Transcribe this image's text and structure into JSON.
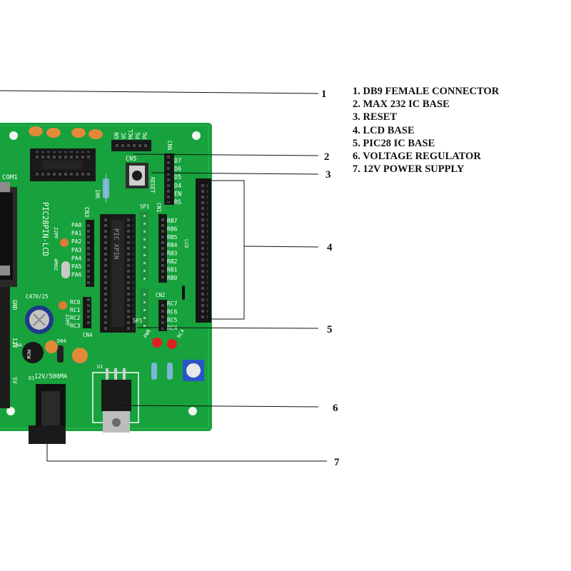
{
  "legend": {
    "items": [
      "1. DB9 FEMALE CONNECTOR",
      "2. MAX 232 IC BASE",
      "3. RESET",
      "4. LCD BASE",
      "5. PIC28 IC BASE",
      "6. VOLTAGE REGULATOR",
      "7. 12V POWER SUPPLY"
    ]
  },
  "callouts": [
    "1",
    "2",
    "3",
    "4",
    "5",
    "6",
    "7"
  ],
  "board": {
    "title": "PIC28PIN-LCD",
    "chip_marking": "PIC XPIN",
    "labels": {
      "com1": "COM1",
      "cn5": "CN5",
      "cn6": "CN6",
      "cn3": "CN3",
      "cn1": "CN1",
      "cn2": "CN2",
      "cn4": "CN4",
      "sp1": "SP1",
      "sp1b": "SP1",
      "u1": "U1",
      "rc4": "RC4",
      "reset": "RESET",
      "r10k": "10K",
      "cap_22pf_top": "22PF",
      "cap_22pf_bottom": "22PF",
      "crystal": "4MHZ",
      "c470": "C470/25",
      "pwr": "PWR",
      "ps": "12V/500MA",
      "gnd": "GND",
      "v12": "12V",
      "v5": "5V",
      "d1": "D1",
      "lcd": "LCD",
      "in4": "IN4",
      "d04": "D04",
      "bridge": "MCW",
      "pins_top": [
        "GN",
        "VC",
        "MCL",
        "PG",
        "PG"
      ],
      "lcd_pins": [
        "D7",
        "D6",
        "D5",
        "D4",
        "EN",
        "RS"
      ],
      "pa_pins": [
        "PA0",
        "PA1",
        "PA2",
        "PA3",
        "PA4",
        "PA5",
        "PA6"
      ],
      "rb_pins": [
        "RB7",
        "RB6",
        "RB5",
        "RB4",
        "RB3",
        "RB2",
        "RB1",
        "RB0"
      ],
      "rc_right": [
        "RC7",
        "RC6",
        "RC5",
        "RC4"
      ],
      "rc_left": [
        "RC0",
        "RC1",
        "RC2",
        "RC3"
      ]
    }
  }
}
